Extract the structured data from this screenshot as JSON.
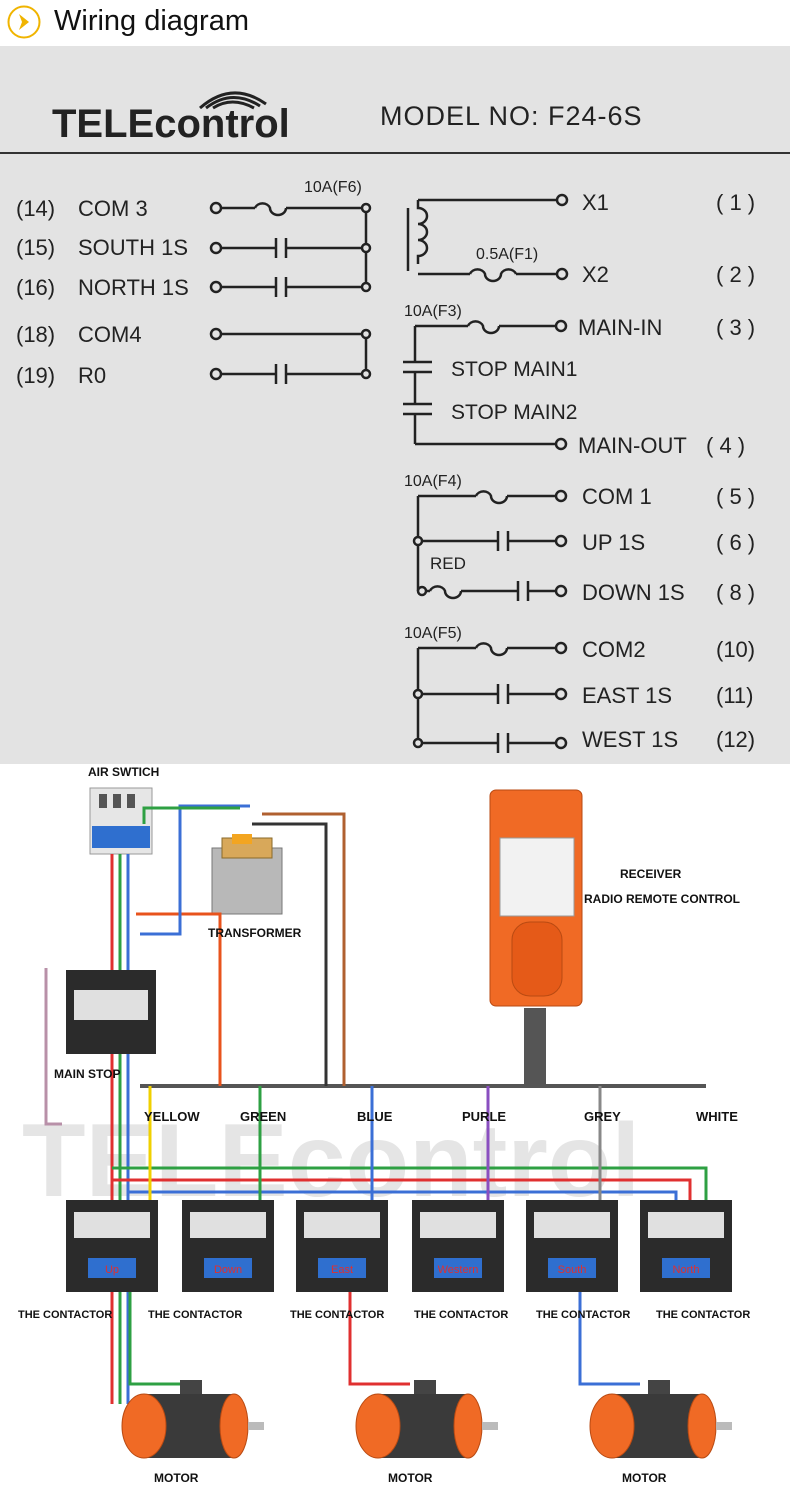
{
  "header": {
    "title": "Wiring diagram",
    "icon": "chevron-right-icon"
  },
  "brand": {
    "logo_text": "TELEcontrol",
    "model_label": "MODEL NO:  F24-6S"
  },
  "left_terminals": [
    {
      "num": "(14)",
      "label": "COM 3"
    },
    {
      "num": "(15)",
      "label": "SOUTH 1S"
    },
    {
      "num": "(16)",
      "label": "NORTH 1S"
    },
    {
      "num": "(18)",
      "label": "COM4"
    },
    {
      "num": "(19)",
      "label": "R0"
    }
  ],
  "fuses": {
    "f6": "10A(F6)",
    "f1": "0.5A(F1)",
    "f3": "10A(F3)",
    "f4": "10A(F4)",
    "f5": "10A(F5)",
    "red": "RED"
  },
  "right_terminals": [
    {
      "label": "X1",
      "num": "( 1 )"
    },
    {
      "label": "X2",
      "num": "( 2 )"
    },
    {
      "label": "MAIN-IN",
      "num": "( 3 )"
    },
    {
      "label": "STOP MAIN1",
      "num": ""
    },
    {
      "label": "STOP MAIN2",
      "num": ""
    },
    {
      "label": "MAIN-OUT",
      "num": "( 4 )"
    },
    {
      "label": "COM 1",
      "num": "( 5 )"
    },
    {
      "label": "UP  1S",
      "num": "( 6 )"
    },
    {
      "label": "DOWN 1S",
      "num": "( 8 )"
    },
    {
      "label": "COM2",
      "num": "(10)"
    },
    {
      "label": "EAST 1S",
      "num": "(11)"
    },
    {
      "label": "WEST 1S",
      "num": "(12)"
    }
  ],
  "photo": {
    "air_switch": "AIR SWTICH",
    "transformer": "TRANSFORMER",
    "receiver": "RECEIVER",
    "radio": "RADIO REMOTE CONTROL",
    "main_stop": "MAIN STOP",
    "wire_colors": [
      "YELLOW",
      "GREEN",
      "BLUE",
      "PURLE",
      "GREY",
      "WHITE"
    ],
    "contactor_label": "THE CONTACTOR",
    "contactor_tags": [
      "Up",
      "Down",
      "East",
      "Western",
      "South",
      "North"
    ],
    "motor_label": "MOTOR",
    "watermark": "TELEcontrol"
  },
  "colors": {
    "panel": "#e3e3e3",
    "ink": "#222222",
    "orange": "#e8531c",
    "red_wire": "#e03030",
    "green_wire": "#2ea043",
    "blue_wire": "#3b6fd6"
  }
}
